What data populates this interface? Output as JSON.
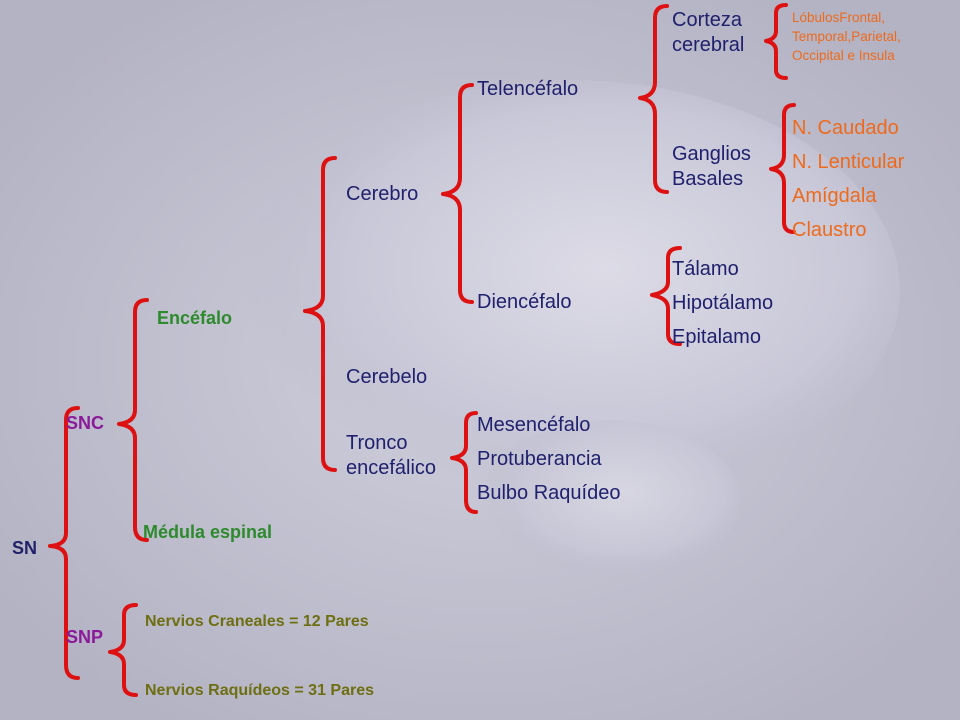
{
  "root": "SN",
  "snc": "SNC",
  "snp": "SNP",
  "encefalo": "Encéfalo",
  "medula": "Médula espinal",
  "nervios": {
    "craneales": "Nervios Craneales = 12 Pares",
    "raquideos": "Nervios Raquídeos = 31 Pares"
  },
  "encefalo_parts": {
    "cerebro": "Cerebro",
    "cerebelo": "Cerebelo",
    "tronco_lines": [
      "Tronco",
      "encefálico"
    ]
  },
  "cerebro_parts": {
    "telencefalo": "Telencéfalo",
    "diencefalo": "Diencéfalo"
  },
  "tronco_parts": [
    "Mesencéfalo",
    "Protuberancia",
    "Bulbo Raquídeo"
  ],
  "telencefalo_parts": {
    "corteza_lines": [
      "Corteza",
      "cerebral"
    ],
    "ganglios_lines": [
      "Ganglios",
      "Basales"
    ]
  },
  "corteza_detail_lines": [
    "LóbulosFrontal,",
    "Temporal,Parietal,",
    "Occipital e Insula"
  ],
  "ganglios_parts": [
    "N. Caudado",
    "N. Lenticular",
    "Amígdala",
    "Claustro"
  ],
  "diencefalo_parts": [
    "Tálamo",
    "Hipotálamo",
    "Epitalamo"
  ],
  "colors": {
    "brace": "#dd1111",
    "navy": "#20206e",
    "orange": "#ee6a1c",
    "green": "#2d8a2d",
    "olive": "#6e6e12",
    "purple": "#8a1a9a",
    "background": "#b9b8c8"
  }
}
